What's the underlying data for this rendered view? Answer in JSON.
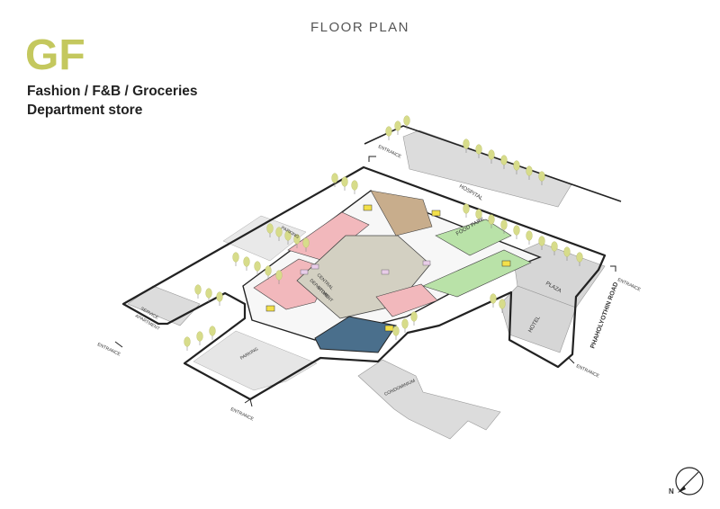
{
  "header": {
    "title": "FLOOR PLAN",
    "floor_code": "GF",
    "subtitle_line1": "Fashion / F&B / Groceries",
    "subtitle_line2": "Department store"
  },
  "labels": {
    "entrance": "ENTRANCE",
    "hospital": "HOSPITAL",
    "food_park": "FOOD PARK",
    "plaza": "PLAZA",
    "hotel": "HOTEL",
    "road": "PHAHOLYOTHIN ROAD",
    "parking": "PARKING",
    "service_apartment_1": "SERVICE",
    "service_apartment_2": "APARTMENT",
    "department_store_1": "CENTRAL",
    "department_store_2": "DEPARTMENT",
    "department_store_3": "STORE",
    "condominium": "CONDOMINIUM"
  },
  "compass": {
    "north_label": "N"
  },
  "colors": {
    "title_accent": "#c4c85e",
    "fashion": "#f2b8bc",
    "fnb": "#b9e2a8",
    "department_store": "#d3d0c2",
    "groceries": "#4a6f8c",
    "kiosk": "#e8cce8",
    "core": "#f3e04a",
    "neighbour": "#dcdcdc",
    "outline": "#222222",
    "tree": "#d7dc8a"
  }
}
